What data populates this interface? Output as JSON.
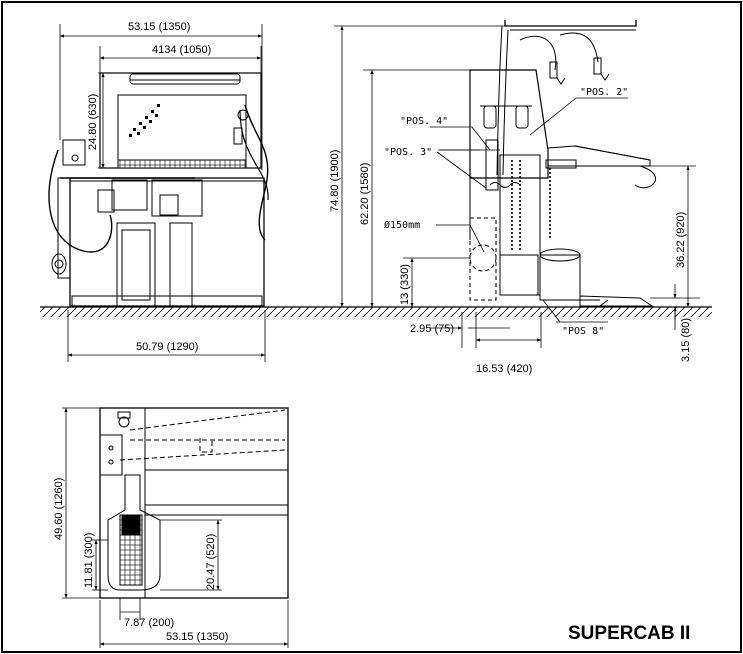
{
  "title": "SUPERCAB II",
  "front_view": {
    "overall_width": "53.15 (1350)",
    "inner_width": "4134 (1050)",
    "hood_height": "24.80 (630)",
    "base_width": "50.79 (1290)"
  },
  "side_view": {
    "total_height": "74.80 (1900)",
    "body_height": "62.20 (1580)",
    "table_height": "36.22 (920)",
    "bin_height": "13 (330)",
    "pedal_height": "3.15 (80)",
    "offset": "2.95 (75)",
    "depth": "16.53 (420)",
    "duct": "Ø150mm",
    "pos2": "\"POS. 2\"",
    "pos3": "\"POS. 3\"",
    "pos4": "\"POS. 4\"",
    "pos8": "\"POS 8\""
  },
  "top_view": {
    "depth": "49.60 (1260)",
    "slot_depth": "11.81 (300)",
    "inner_depth": "20.47 (520)",
    "slot_width": "7.87 (200)",
    "width": "53.15 (1350)"
  }
}
